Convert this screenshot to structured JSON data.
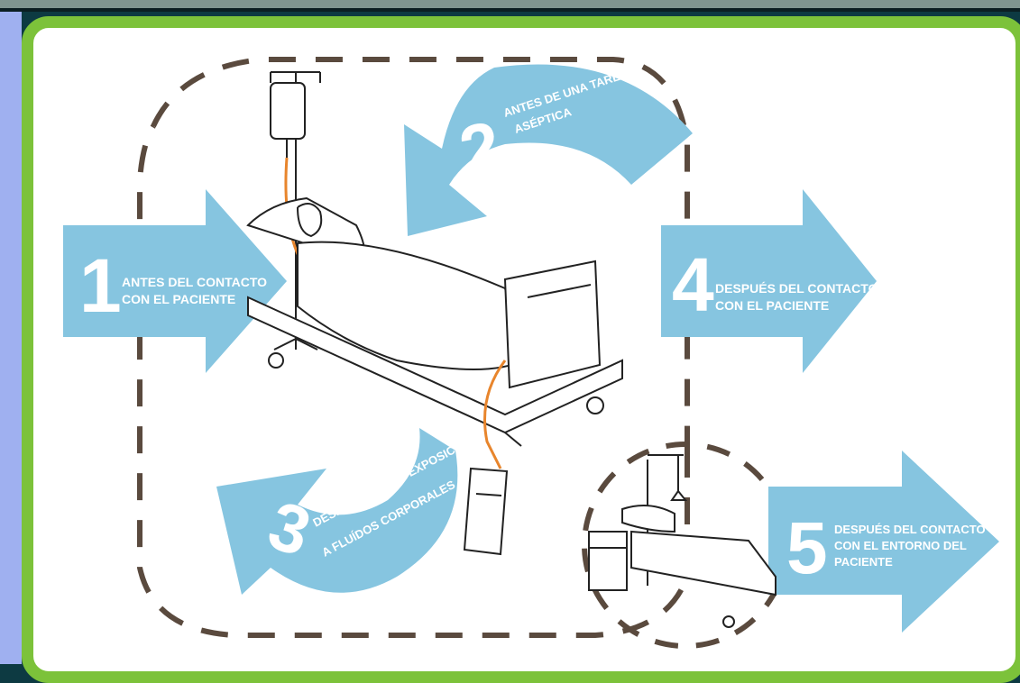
{
  "colors": {
    "arrow": "#86c5e0",
    "frame": "#7cc23a",
    "tube": "#e8852c",
    "dash": "#5a4a3e"
  },
  "steps": [
    {
      "number": "1",
      "line1": "ANTES DEL CONTACTO",
      "line2": "CON EL PACIENTE"
    },
    {
      "number": "2",
      "line1": "ANTES DE UNA TAREA",
      "line2": "ASÉPTICA"
    },
    {
      "number": "3",
      "line1": "DESPUÉS DE UNA EXPOSICIÓN",
      "line2": "A FLUÍDOS CORPORALES"
    },
    {
      "number": "4",
      "line1": "DESPUÉS DEL CONTACTO",
      "line2": "CON EL PACIENTE"
    },
    {
      "number": "5",
      "line1": "DESPUÉS DEL CONTACTO",
      "line2": "CON EL ENTORNO DEL",
      "line3": "PACIENTE"
    }
  ],
  "icons": [
    "hospital-bed-patient-illustration",
    "iv-drip-icon",
    "urine-bag-icon",
    "empty-bed-illustration",
    "bedside-table-icon"
  ]
}
